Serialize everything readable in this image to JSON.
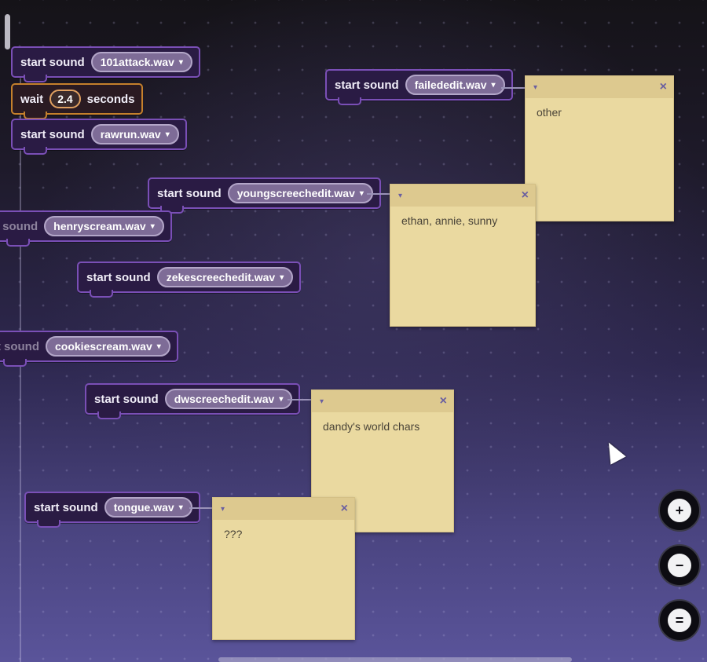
{
  "blocks": [
    {
      "label": "start sound",
      "value": "101attack.wav"
    },
    {
      "label": "wait",
      "number": "2.4",
      "suffix": "seconds"
    },
    {
      "label": "start sound",
      "value": "rawrun.wav"
    },
    {
      "label": "start sound",
      "value": "youngscreechedit.wav"
    },
    {
      "label": "t sound",
      "value": "henryscream.wav"
    },
    {
      "label": "start sound",
      "value": "zekescreechedit.wav"
    },
    {
      "label": "rt sound",
      "value": "cookiescream.wav"
    },
    {
      "label": "start sound",
      "value": "dwscreechedit.wav"
    },
    {
      "label": "start sound",
      "value": "tongue.wav"
    },
    {
      "label": "start sound",
      "value": "failededit.wav"
    }
  ],
  "notes": [
    {
      "text": "other"
    },
    {
      "text": "ethan, annie, sunny"
    },
    {
      "text": "dandy's world chars"
    },
    {
      "text": "???"
    }
  ],
  "glyphs": {
    "caret": "▾",
    "close": "×",
    "zoom_in": "+",
    "zoom_out": "−",
    "reset": "="
  },
  "colors": {
    "block_border": "#7a4fb6",
    "block_bg": "#2a1b44",
    "wait_border": "#c5802c",
    "note_bg": "#ead9a0"
  }
}
